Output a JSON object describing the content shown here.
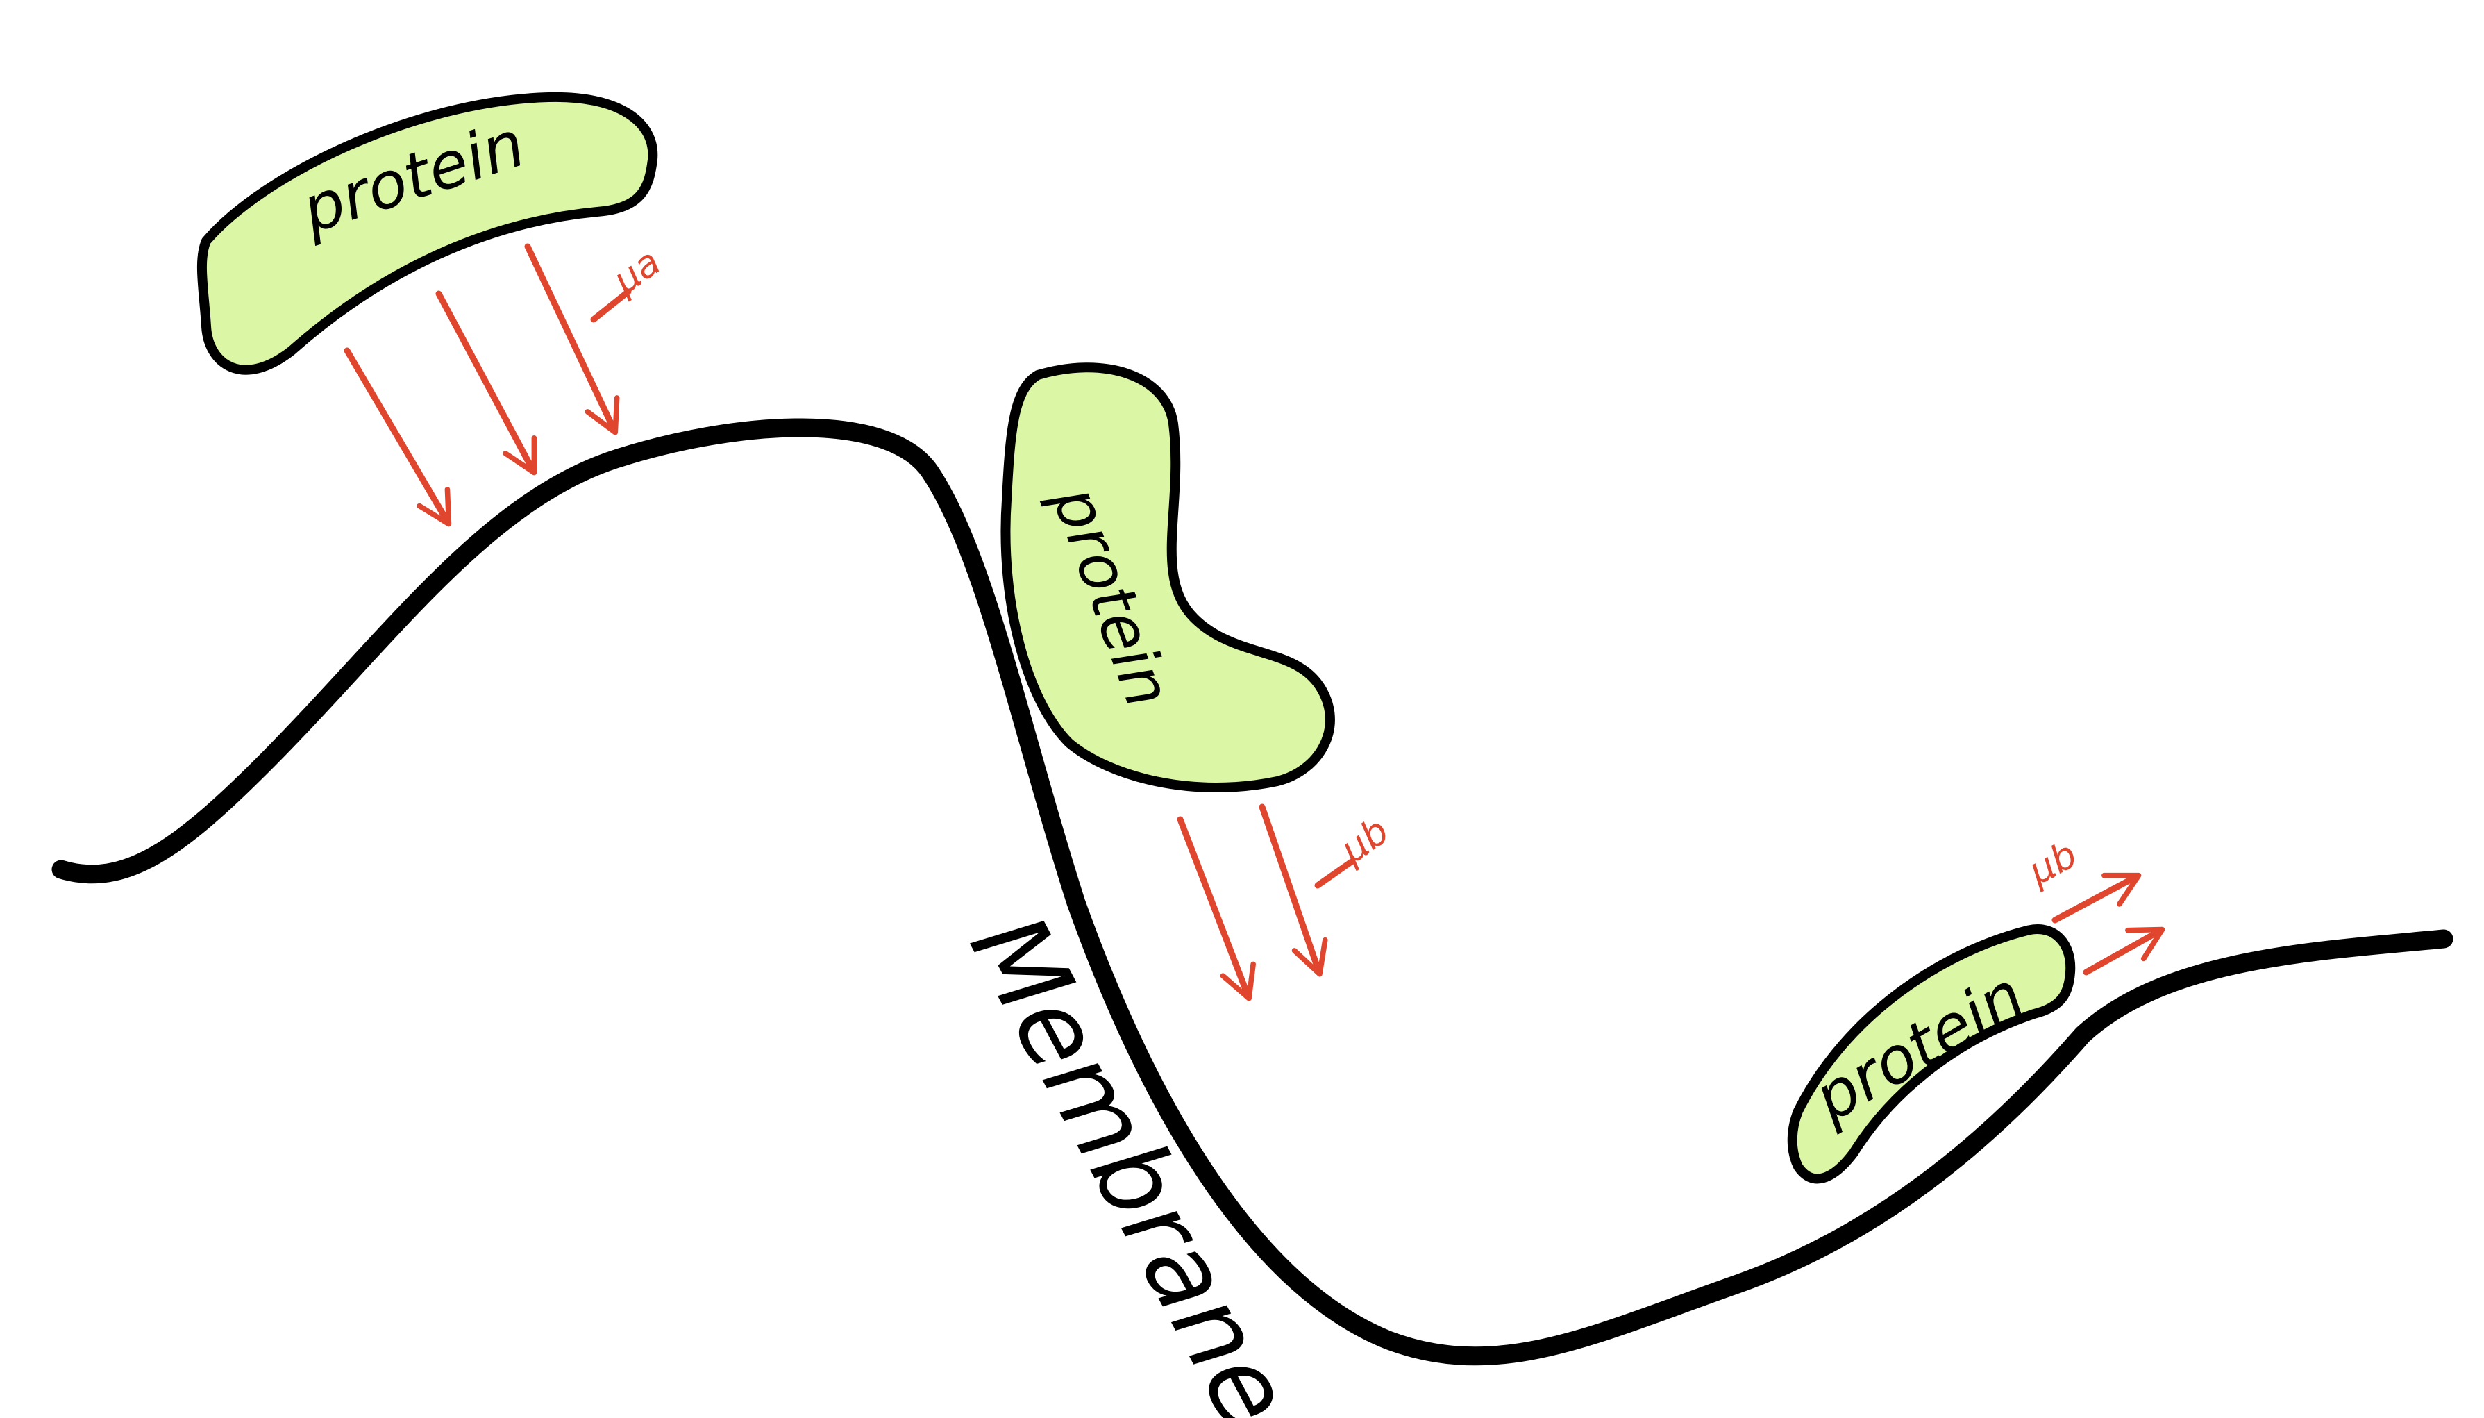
{
  "diagram": {
    "colors": {
      "membrane": "#000000",
      "protein_fill": "#dbf7a6",
      "protein_outline": "#000000",
      "arrow": "#e0452e",
      "text": "#000000"
    },
    "membrane": {
      "label": "Membrane"
    },
    "proteins": [
      {
        "label": "protein"
      },
      {
        "label": "protein"
      },
      {
        "label": "protein"
      }
    ],
    "forces": [
      {
        "label": "μa",
        "direction": "down",
        "arrow_count": 3
      },
      {
        "label": "μb",
        "direction": "down",
        "arrow_count": 2
      },
      {
        "label": "μb",
        "direction": "up-right",
        "arrow_count": 2
      }
    ]
  }
}
